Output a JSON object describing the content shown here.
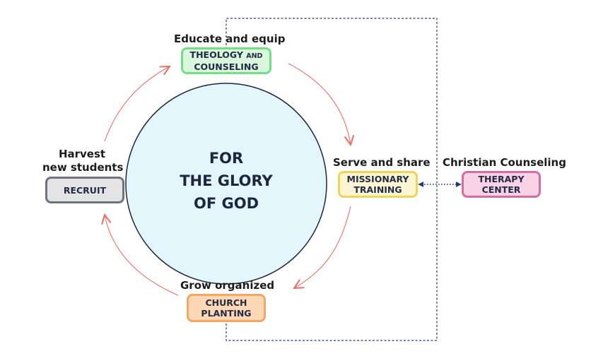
{
  "center": {
    "line1": "FOR",
    "line2": "THE GLORY",
    "line3": "OF GOD"
  },
  "stages": {
    "theology": {
      "caption": "Educate and equip",
      "box_line1_main": "THEOLOGY",
      "box_line1_small": "AND",
      "box_line2": "COUNSELING",
      "fill": "#d9f7dd",
      "border": "#74de86"
    },
    "missionary": {
      "caption": "Serve and share",
      "box_line1": "MISSIONARY",
      "box_line2": "TRAINING",
      "fill": "#fdf6d2",
      "border": "#f1d35a"
    },
    "church": {
      "caption": "Grow organized",
      "box_line1": "CHURCH",
      "box_line2": "PLANTING",
      "fill": "#fdd8b4",
      "border": "#f3a665"
    },
    "recruit": {
      "caption_line1": "Harvest",
      "caption_line2": "new students",
      "box_label": "RECRUIT",
      "fill": "#e4e4e4",
      "border": "#6e747c"
    },
    "therapy": {
      "caption": "Christian Counseling",
      "box_line1": "THERAPY",
      "box_line2": "CENTER",
      "fill": "#f9d2e6",
      "border": "#d26ea6"
    }
  },
  "colors": {
    "circle_fill": "#e3f6fb",
    "circle_stroke": "#1e2541",
    "cycle_arrow": "#e8736c",
    "connector": "#233a7a"
  }
}
